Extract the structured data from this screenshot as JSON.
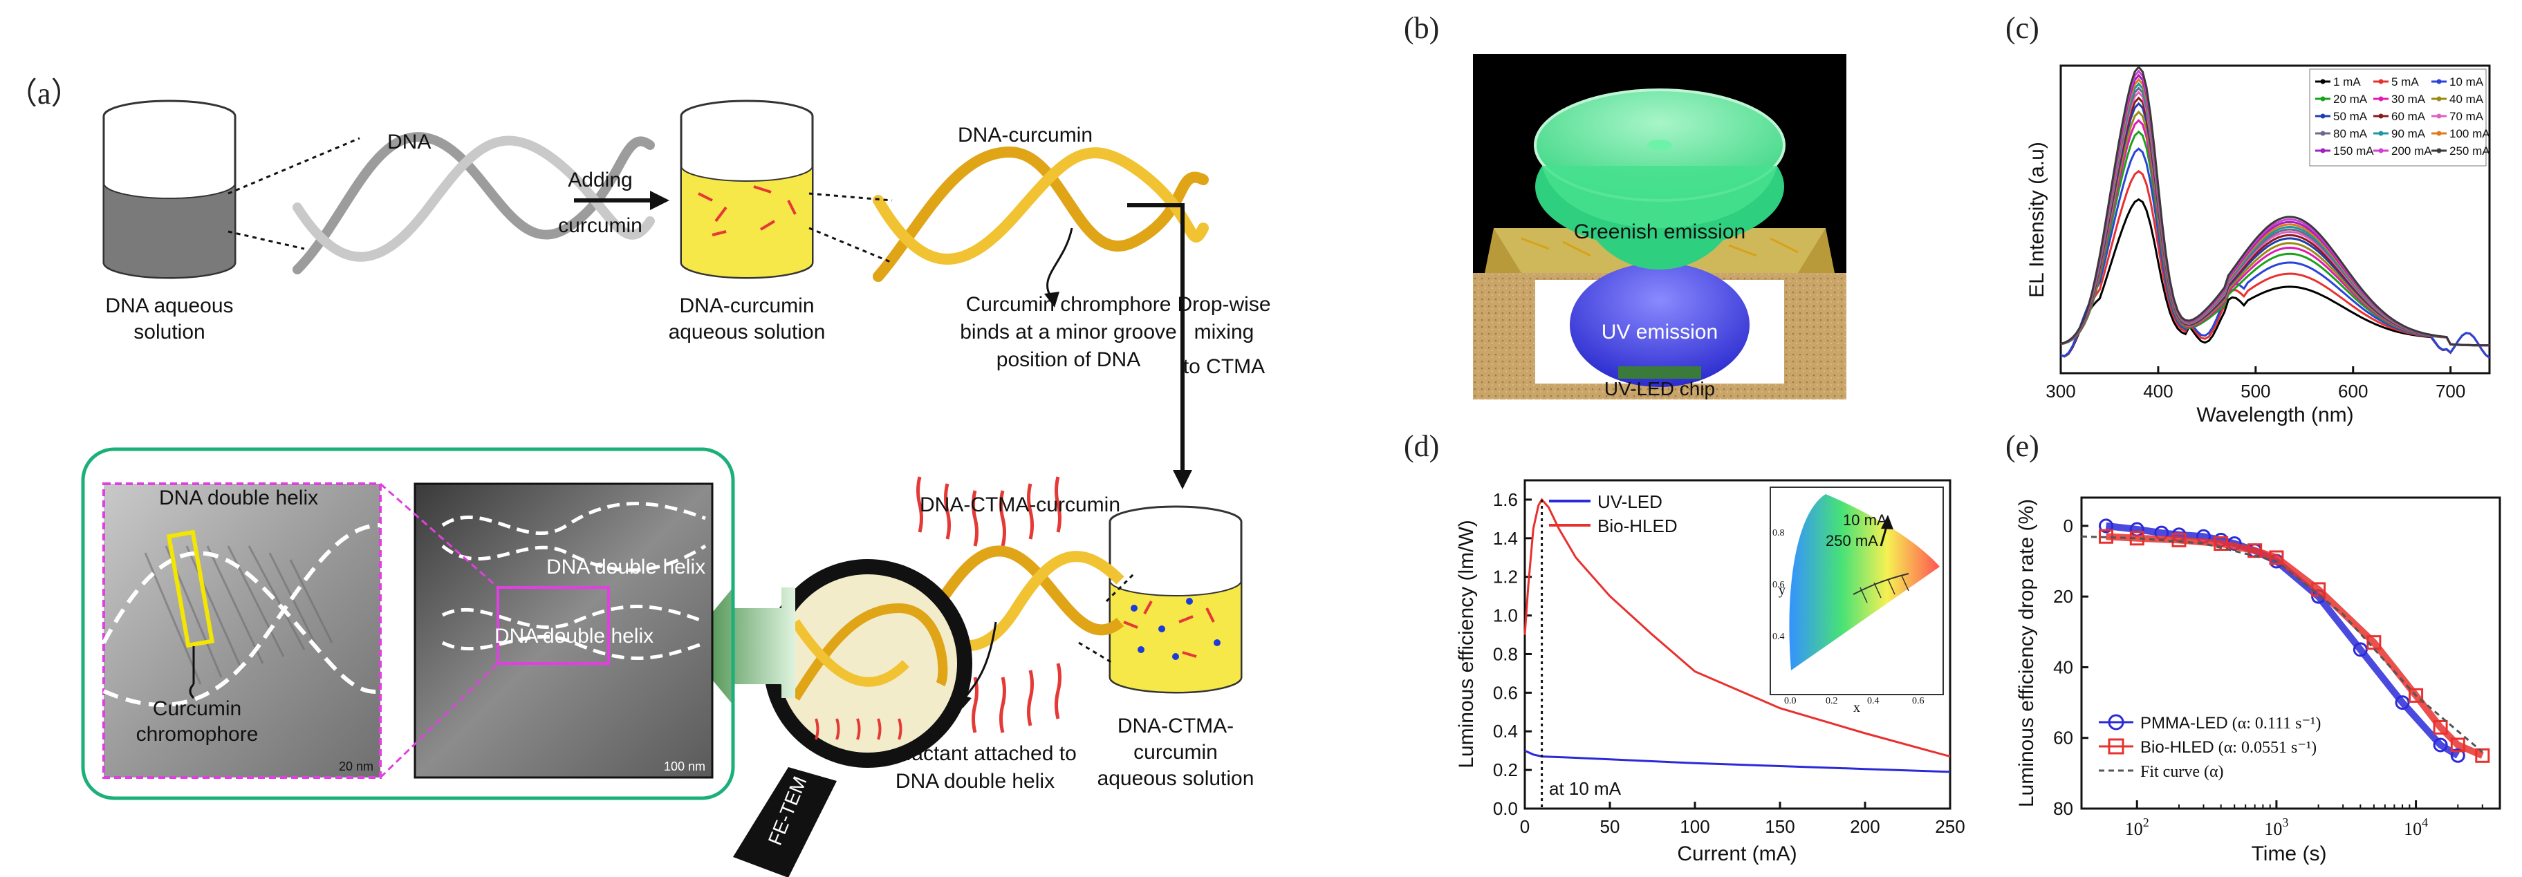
{
  "panel_labels": {
    "a": "（a）",
    "b": "(b)",
    "c": "(c)",
    "d": "(d)",
    "e": "(e)"
  },
  "panel_a": {
    "dna": "DNA",
    "dna_aqueous": [
      "DNA aqueous",
      "solution"
    ],
    "adding_curcumin": [
      "Adding",
      "curcumin"
    ],
    "dna_curcumin": "DNA-curcumin",
    "dna_curcumin_aqueous": [
      "DNA-curcumin",
      "aqueous solution"
    ],
    "chromophore_binds": [
      "Curcumin chromphore",
      "binds at a minor groove",
      "position of DNA"
    ],
    "dropwise": [
      "Drop-wise",
      "mixing",
      "to CTMA"
    ],
    "dna_ctma_curcumin": "DNA-CTMA-curcumin",
    "dna_ctma_aqueous": [
      "DNA-CTMA-",
      "curcumin",
      "aqueous solution"
    ],
    "surfactant": [
      "Surfactant attached to",
      "DNA double helix"
    ],
    "fe_tem": "FE-TEM",
    "tem_left_title": "DNA double helix",
    "tem_left_label": [
      "Curcumin",
      "chromophore"
    ],
    "tem_left_scale": "20 nm",
    "tem_right_label1": "DNA double helix",
    "tem_right_label2": "DNA double helix",
    "tem_right_scale": "100 nm"
  },
  "panel_b": {
    "greenish": "Greenish emission",
    "uv_emission": "UV emission",
    "chip": "UV-LED chip"
  },
  "chart_data": [
    {
      "id": "c",
      "type": "line",
      "xlabel": "Wavelength (nm)",
      "ylabel": "EL Intensity (a.u)",
      "xlim": [
        300,
        740
      ],
      "xticks": [
        300,
        400,
        500,
        600,
        700
      ],
      "yscale": "log",
      "legend_position": "top-right",
      "legend": [
        "1 mA",
        "5 mA",
        "10 mA",
        "20 mA",
        "30 mA",
        "40 mA",
        "50 mA",
        "60 mA",
        "70 mA",
        "80 mA",
        "90 mA",
        "100 mA",
        "150 mA",
        "200 mA",
        "250 mA"
      ],
      "series_colors": [
        "#000000",
        "#e8312e",
        "#2a44d8",
        "#19a319",
        "#e01ab4",
        "#9a8a10",
        "#1f3fb0",
        "#8a1a1a",
        "#e060c0",
        "#6a6a8a",
        "#1a9aa0",
        "#e07a1a",
        "#a020c0",
        "#d040d0",
        "#3a3a3a"
      ],
      "series_levels": [
        0.52,
        0.62,
        0.7,
        0.76,
        0.8,
        0.83,
        0.86,
        0.88,
        0.9,
        0.915,
        0.93,
        0.945,
        0.96,
        0.975,
        0.99
      ]
    },
    {
      "id": "d",
      "type": "line",
      "xlabel": "Current (mA)",
      "ylabel": "Luminous efficiency (lm/W)",
      "xlim": [
        0,
        250
      ],
      "ylim": [
        0,
        1.7
      ],
      "xticks": [
        0,
        50,
        100,
        150,
        200,
        250
      ],
      "yticks": [
        0.0,
        0.2,
        0.4,
        0.6,
        0.8,
        1.0,
        1.2,
        1.4,
        1.6
      ],
      "legend_position": "top-left",
      "annotation": "at 10 mA",
      "series": [
        {
          "name": "UV-LED",
          "color": "#2a2ad8",
          "x": [
            0,
            5,
            10,
            25,
            50,
            100,
            150,
            200,
            250
          ],
          "y": [
            0.3,
            0.28,
            0.27,
            0.265,
            0.255,
            0.235,
            0.22,
            0.205,
            0.19
          ]
        },
        {
          "name": "Bio-HLED",
          "color": "#e8312e",
          "x": [
            0,
            2,
            5,
            8,
            10,
            14,
            20,
            30,
            50,
            75,
            100,
            150,
            200,
            250
          ],
          "y": [
            0.9,
            1.15,
            1.45,
            1.57,
            1.6,
            1.56,
            1.45,
            1.3,
            1.1,
            0.9,
            0.71,
            0.52,
            0.39,
            0.27
          ]
        }
      ],
      "inset": {
        "xlabel": "x",
        "ylabel": "y",
        "xticks": [
          "0.0",
          "0.2",
          "0.4",
          "0.6"
        ],
        "yticks": [
          "0.4",
          "0.6",
          "0.8"
        ],
        "labels": [
          "10 mA",
          "250 mA"
        ]
      }
    },
    {
      "id": "e",
      "type": "scatter",
      "xlabel": "Time (s)",
      "ylabel": "Luminous efficiency drop rate (%)",
      "xscale": "log",
      "xlim": [
        40,
        40000
      ],
      "xticks": [
        "10^2",
        "10^3",
        "10^4"
      ],
      "ylim": [
        80,
        -8
      ],
      "yticks": [
        0,
        20,
        40,
        60,
        80
      ],
      "legend_position": "bottom-left",
      "series": [
        {
          "name": "PMMA-LED",
          "rate": "α: 0.111 s⁻¹",
          "color": "#2a2ad8",
          "marker": "circle",
          "x": [
            60,
            100,
            150,
            200,
            300,
            400,
            500,
            700,
            1000,
            2000,
            4000,
            8000,
            15000,
            20000
          ],
          "y": [
            0,
            1,
            2,
            2.5,
            3,
            4,
            5,
            7,
            10,
            20,
            35,
            50,
            62,
            65
          ]
        },
        {
          "name": "Bio-HLED",
          "rate": "α: 0.0551 s⁻¹",
          "color": "#e8312e",
          "marker": "square",
          "x": [
            60,
            100,
            200,
            400,
            700,
            1000,
            2000,
            5000,
            10000,
            15000,
            20000,
            30000
          ],
          "y": [
            3,
            3.5,
            4,
            5,
            7,
            9,
            18,
            33,
            48,
            57,
            62,
            65
          ]
        },
        {
          "name": "Fit curve (α)",
          "color": "#555555",
          "style": "dashed",
          "x": [
            40,
            100,
            300,
            1000,
            3000,
            10000,
            30000
          ],
          "y": [
            3,
            3.5,
            5,
            10,
            25,
            48,
            64
          ]
        }
      ]
    }
  ],
  "colors": {
    "green_frame": "#1bb07a",
    "magenta_dash": "#e040e0",
    "curcumin_yellow": "#f7e84a",
    "gold": "#e0a417",
    "dark_green": "#2e7d32",
    "arrow_green": "#4caf50"
  }
}
